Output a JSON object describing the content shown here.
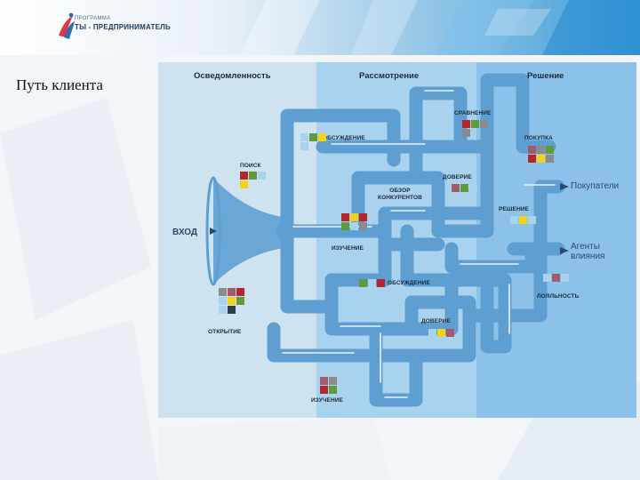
{
  "header": {
    "logo_small": "ПРОГРАММА",
    "logo_big": "ТЫ - ПРЕДПРИНИМАТЕЛЬ"
  },
  "slide_title": "Путь клиента",
  "diagram": {
    "columns": [
      "Осведомленность",
      "Рассмотрение",
      "Решение"
    ],
    "entry": "ВХОД",
    "outputs": [
      "Покупатели",
      "Агенты\nвлияния"
    ],
    "labels": {
      "comparison": "СРАВНЕНИЕ",
      "discussion_top": "ОБСУЖДЕНИЕ",
      "purchase": "ПОКУПКА",
      "search": "ПОИСК",
      "trust_top": "ДОВЕРИЕ",
      "competitors": "ОБЗОР\nКОНКУРЕНТОВ",
      "decision": "РЕШЕНИЕ",
      "study_mid": "ИЗУЧЕНИЕ",
      "discussion_mid": "ОБСУЖДЕНИЕ",
      "loyalty": "ЛОЯЛЬНОСТЬ",
      "discovery": "ОТКРЫТИЕ",
      "trust_bottom": "ДОВЕРИЕ",
      "study_bottom": "ИЗУЧЕНИЕ"
    },
    "colors": {
      "awareness_bg": "#cfe2f0",
      "consideration_bg": "#a9d2ef",
      "decision_bg": "#8cc2ea",
      "pipe": "#5e9ed1",
      "pipe_line": "#eaf3fa",
      "square_red": "#b3262d",
      "square_green": "#5f9a3d",
      "square_grey": "#8b8b8b",
      "square_yellow": "#f2d21a",
      "square_blue": "#a9d2ef",
      "square_rose": "#a35a6e",
      "square_dark": "#2c3e4c"
    }
  }
}
